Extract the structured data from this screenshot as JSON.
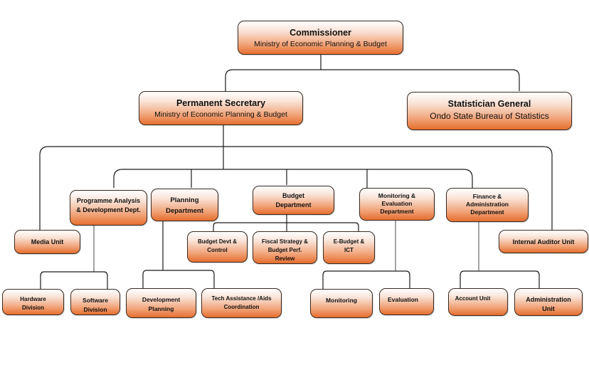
{
  "org_chart": {
    "commissioner": {
      "title": "Commissioner",
      "subtitle": "Ministry of Economic Planning & Budget"
    },
    "permanent_secretary": {
      "title": "Permanent Secretary",
      "subtitle": "Ministry of Economic Planning & Budget"
    },
    "statistician_general": {
      "title": "Statistician General",
      "subtitle": "Ondo State Bureau of Statistics"
    },
    "departments": {
      "programme_analysis": "Programme Analysis\n& Development Dept.",
      "planning": "Planning\nDepartment",
      "budget": "Budget\nDepartment",
      "monitoring_evaluation": "Monitoring &\nEvaluation\nDepartment",
      "finance_admin": "Finance &\nAdministration\nDepartment"
    },
    "units": {
      "media": "Media Unit",
      "internal_auditor": "Internal Auditor Unit"
    },
    "budget_sub": {
      "devt_control": "Budget Devt  &\nControl",
      "fiscal_strategy": "Fiscal Strategy &\nBudget Perf.\nReview",
      "ebudget_ict": "E-Budget &\nICT"
    },
    "divisions": {
      "hardware": "Hardware\nDivision",
      "software": "Software\nDivision",
      "development_planning": "Development\nPlanning",
      "tech_assistance": "Tech Assistance /Aids\nCoordination",
      "monitoring": "Monitoring",
      "evaluation": "Evaluation",
      "account_unit": "Account Unit",
      "administration_unit": "Administration\nUnit"
    }
  },
  "colors": {
    "box_top": "#ffffff",
    "box_bottom": "#e66e2e",
    "border": "#3a2a22",
    "connector": "#1a1a1a"
  }
}
